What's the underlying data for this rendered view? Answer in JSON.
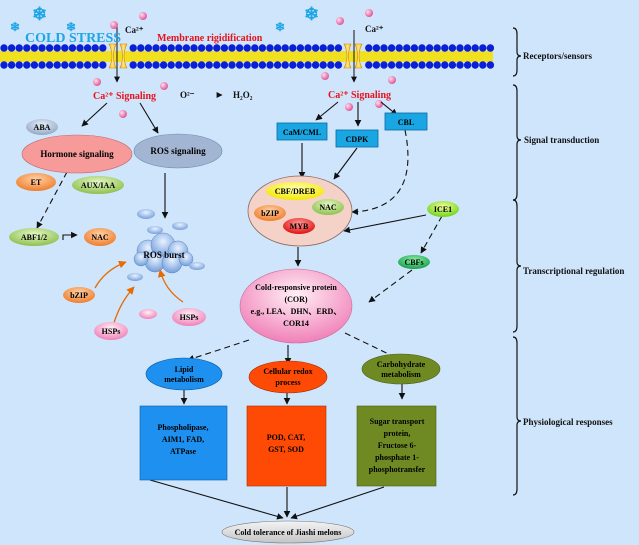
{
  "membrane": {
    "cold_stress": "COLD STRESS",
    "rigidification": "Membrane rigidification",
    "ca_left": "Ca²⁺",
    "ca_right": "Ca²⁺"
  },
  "signaling": {
    "ca_signaling_left": "Ca²⁺ Signaling",
    "ca_signaling_right": "Ca²⁺ Signaling",
    "o2": "O²⁻",
    "h2o2": "H₂O₂"
  },
  "left_branch": {
    "aba": "ABA",
    "hormone": "Hormone signaling",
    "ros_signaling": "ROS signaling",
    "et": "ET",
    "aux": "AUX/IAA",
    "abf": "ABF1/2",
    "nac": "NAC",
    "ros_burst": "ROS burst",
    "bzip": "bZIP",
    "hsps_left": "HSPs",
    "hsps_right": "HSPs"
  },
  "right_branch": {
    "cam": "CaM/CML",
    "cdpk": "CDPK",
    "cbl": "CBL",
    "cbf_dreb": "CBF/DREB",
    "bzip": "bZIP",
    "nac": "NAC",
    "myb": "MYB",
    "ice1": "ICE1",
    "cbfs": "CBFs"
  },
  "cor": {
    "line1": "Cold-responsive protein",
    "line2": "(COR)",
    "line3": "e.g., LEA、DHN、ERD、",
    "line4": "COR14"
  },
  "responses": {
    "lipid": [
      "Lipid",
      "metabolism"
    ],
    "redox": [
      "Cellular redox",
      "process"
    ],
    "carb": [
      "Carbohydrate",
      "metabolism"
    ],
    "lipid_box": [
      "Phospholipase,",
      "AIM1, FAD,",
      "ATPase"
    ],
    "redox_box": [
      "POD, CAT,",
      "GST, SOD"
    ],
    "carb_box": [
      "Sugar transport",
      "protein,",
      "Fructose 6-",
      "phosphate 1-",
      "phosphotransfer"
    ]
  },
  "outcome": "Cold tolerance of Jiashi melons",
  "stages": [
    "Receptors/sensors",
    "Signal transduction",
    "Transcriptional regulation",
    "Physiological responses"
  ],
  "colors": {
    "background": "#cfe5fb",
    "membrane_head": "#0b1fd6",
    "membrane_tail": "#f0e020",
    "cold_text": "#1ea5e6",
    "red_text": "#e8121c",
    "blue_box": "#1aa6e3",
    "lipid": "#1e90f0",
    "redox": "#ff4a05",
    "carb": "#6f8a23"
  }
}
